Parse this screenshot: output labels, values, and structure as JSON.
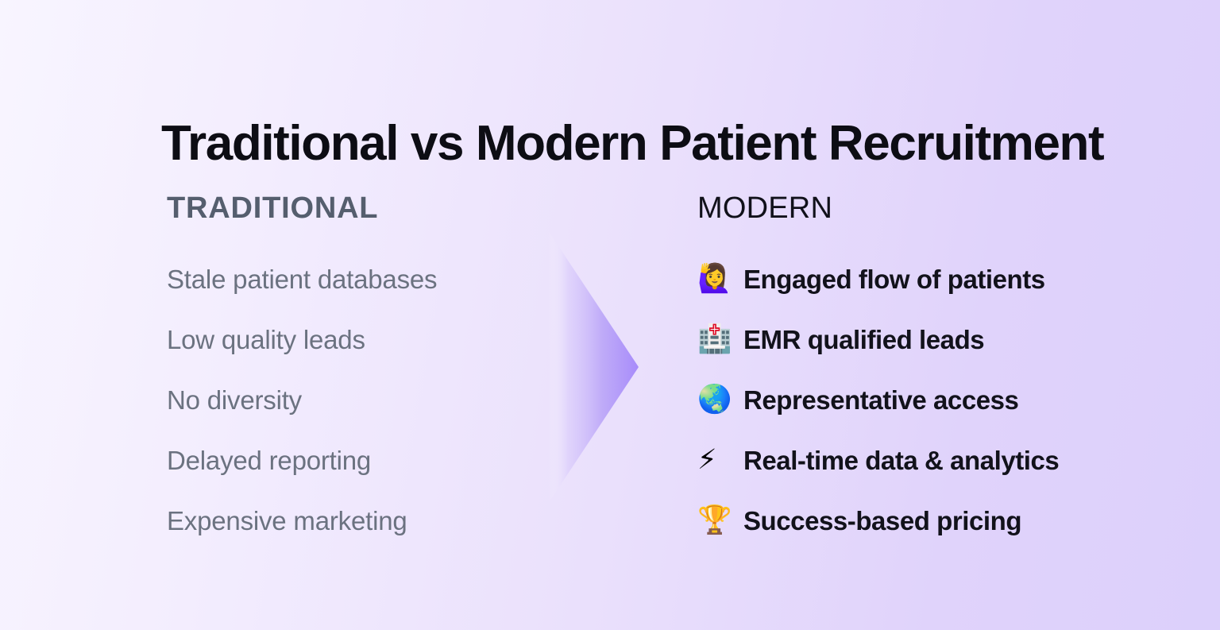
{
  "slide": {
    "title": "Traditional vs Modern Patient Recruitment",
    "background_gradient_from": "#f8f5ff",
    "background_gradient_to": "#dcd0fb",
    "title_color": "#0d0d14"
  },
  "arrow": {
    "name": "chevron-right-arrow",
    "gradient_from": "#ffffff",
    "gradient_to": "#a78bfa"
  },
  "columns": {
    "traditional": {
      "header": "TRADITIONAL",
      "header_color": "#555e6e",
      "text_color": "#6b7280",
      "items": [
        {
          "label": "Stale patient databases"
        },
        {
          "label": "Low quality leads"
        },
        {
          "label": "No diversity"
        },
        {
          "label": "Delayed reporting"
        },
        {
          "label": "Expensive marketing"
        }
      ]
    },
    "modern": {
      "header": "MODERN",
      "header_color": "#11111a",
      "text_color": "#12121b",
      "items": [
        {
          "emoji": "🙋‍♀️",
          "icon_name": "woman-raising-hand-icon",
          "label": "Engaged flow of patients"
        },
        {
          "emoji": "🏥",
          "icon_name": "hospital-icon",
          "label": "EMR qualified leads"
        },
        {
          "emoji": "🌏",
          "icon_name": "globe-asia-australia-icon",
          "label": "Representative access"
        },
        {
          "emoji": "⚡",
          "icon_name": "high-voltage-icon",
          "label": "Real-time data & analytics"
        },
        {
          "emoji": "🏆",
          "icon_name": "trophy-icon",
          "label": "Success-based pricing"
        }
      ]
    }
  }
}
